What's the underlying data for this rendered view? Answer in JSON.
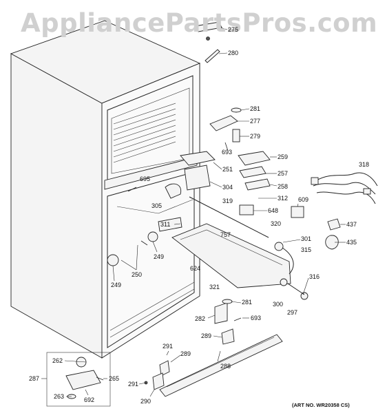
{
  "watermark": "AppliancePartsPros.com",
  "art_note": "(ART NO. WR20358 CS)",
  "callouts": [
    {
      "id": "c275",
      "label": "275"
    },
    {
      "id": "c280",
      "label": "280"
    },
    {
      "id": "c281a",
      "label": "281"
    },
    {
      "id": "c277",
      "label": "277"
    },
    {
      "id": "c279",
      "label": "279"
    },
    {
      "id": "c693a",
      "label": "693"
    },
    {
      "id": "c259",
      "label": "259"
    },
    {
      "id": "c251",
      "label": "251"
    },
    {
      "id": "c257",
      "label": "257"
    },
    {
      "id": "c318",
      "label": "318"
    },
    {
      "id": "c695",
      "label": "695"
    },
    {
      "id": "c304",
      "label": "304"
    },
    {
      "id": "c258",
      "label": "258"
    },
    {
      "id": "c312",
      "label": "312"
    },
    {
      "id": "c319",
      "label": "319"
    },
    {
      "id": "c305",
      "label": "305"
    },
    {
      "id": "c648",
      "label": "648"
    },
    {
      "id": "c609",
      "label": "609"
    },
    {
      "id": "c311",
      "label": "311"
    },
    {
      "id": "c437",
      "label": "437"
    },
    {
      "id": "c320",
      "label": "320"
    },
    {
      "id": "c757",
      "label": "757"
    },
    {
      "id": "c435",
      "label": "435"
    },
    {
      "id": "c301",
      "label": "301"
    },
    {
      "id": "c315",
      "label": "315"
    },
    {
      "id": "c249a",
      "label": "249"
    },
    {
      "id": "c624",
      "label": "624"
    },
    {
      "id": "c250",
      "label": "250"
    },
    {
      "id": "c249b",
      "label": "249"
    },
    {
      "id": "c316",
      "label": "316"
    },
    {
      "id": "c321",
      "label": "321"
    },
    {
      "id": "c281b",
      "label": "281"
    },
    {
      "id": "c300",
      "label": "300"
    },
    {
      "id": "c297",
      "label": "297"
    },
    {
      "id": "c282",
      "label": "282"
    },
    {
      "id": "c693b",
      "label": "693"
    },
    {
      "id": "c289a",
      "label": "289"
    },
    {
      "id": "c291a",
      "label": "291"
    },
    {
      "id": "c289b",
      "label": "289"
    },
    {
      "id": "c262",
      "label": "262"
    },
    {
      "id": "c288",
      "label": "288"
    },
    {
      "id": "c287",
      "label": "287"
    },
    {
      "id": "c265",
      "label": "265"
    },
    {
      "id": "c291b",
      "label": "291"
    },
    {
      "id": "c263",
      "label": "263"
    },
    {
      "id": "c692",
      "label": "692"
    },
    {
      "id": "c290",
      "label": "290"
    }
  ]
}
